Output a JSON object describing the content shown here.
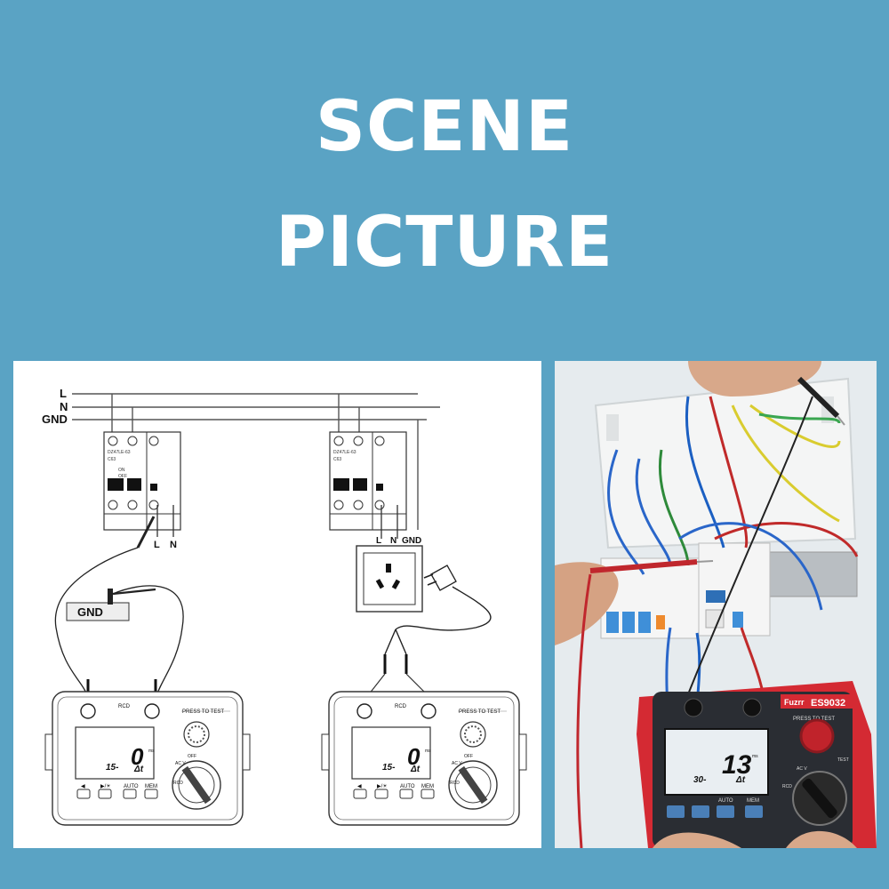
{
  "title": {
    "line1": "SCENE",
    "line2": "PICTURE"
  },
  "diagram": {
    "bus_labels": [
      "L",
      "N",
      "GND"
    ],
    "breaker_small_label_1": "DZ47LE-63",
    "breaker_small_label_2": "C63",
    "breaker_on": "ON",
    "breaker_off": "OFF",
    "terminal_L": "L",
    "terminal_N": "N",
    "terminal_GND": "GND",
    "ground_box": "GND",
    "tester": {
      "top_label": "RCD",
      "press_to_test": "PRESS TO TEST",
      "reading": "0",
      "reading_unit": "ms",
      "current": "15-",
      "delta_t": "Δt",
      "dial_acv": "AC V",
      "dial_off": "OFF",
      "dial_rcd": "RCD",
      "btn_back": "◀",
      "btn_light": "▶/☀",
      "btn_auto": "AUTO",
      "btn_mem": "MEM"
    }
  },
  "photo": {
    "brand": "Fuzrr",
    "model": "ES9032",
    "press_to_test": "PRESS TO TEST",
    "reading": "13",
    "reading_unit": "ms",
    "current": "30-",
    "delta_t": "Δt",
    "dial_acv": "AC V",
    "dial_rcd": "RCD",
    "test_label": "TEST",
    "btn_auto": "AUTO",
    "btn_mem": "MEM"
  },
  "colors": {
    "background": "#5aa3c4",
    "meter_red": "#d42a33",
    "meter_dark": "#2a2d33"
  }
}
